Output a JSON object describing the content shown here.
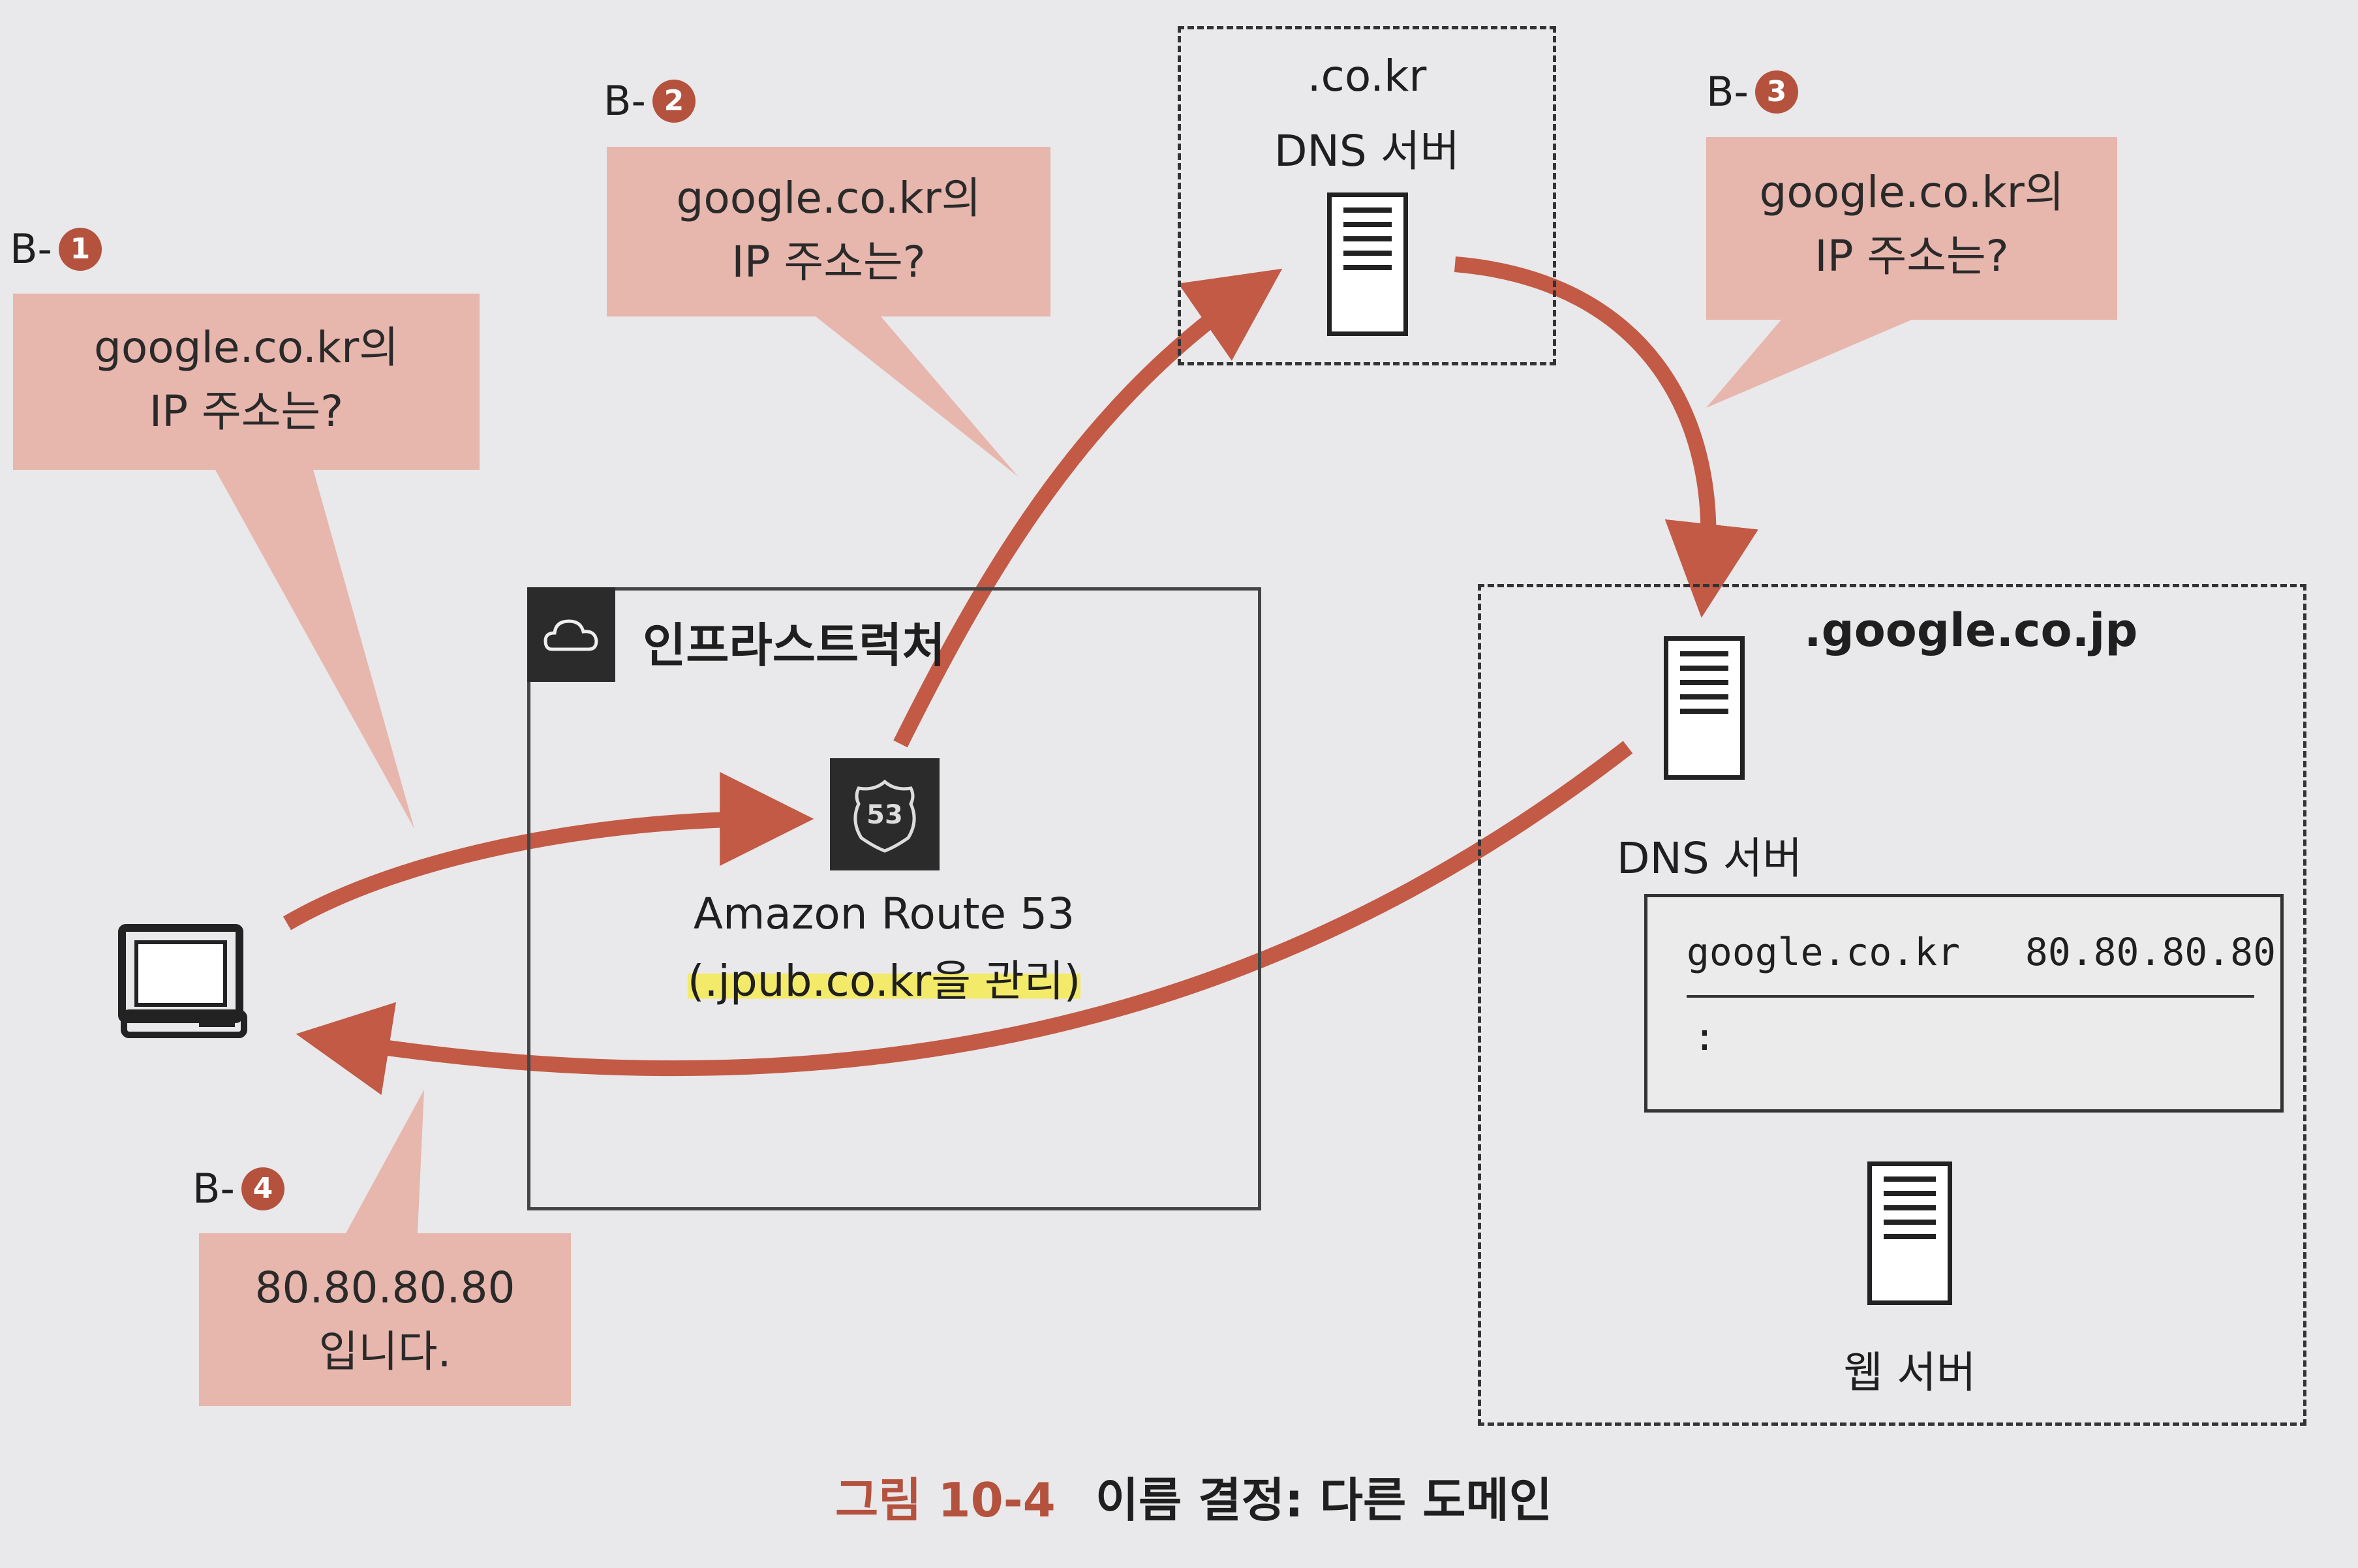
{
  "steps": {
    "b1": {
      "prefix": "B-",
      "num": "1",
      "line1": "google.co.kr의",
      "line2": "IP 주소는?"
    },
    "b2": {
      "prefix": "B-",
      "num": "2",
      "line1": "google.co.kr의",
      "line2": "IP 주소는?"
    },
    "b3": {
      "prefix": "B-",
      "num": "3",
      "line1": "google.co.kr의",
      "line2": "IP 주소는?"
    },
    "b4": {
      "prefix": "B-",
      "num": "4",
      "line1": "80.80.80.80",
      "line2": "입니다."
    }
  },
  "infrastructure": {
    "title": "인프라스트럭처",
    "route53_name": "Amazon Route 53",
    "route53_badge": "53",
    "route53_note": "(.jpub.co.kr을 관리)"
  },
  "cokr_server": {
    "domain": ".co.kr",
    "label": "DNS 서버"
  },
  "google_zone": {
    "domain": ".google.co.jp",
    "dns_label": "DNS 서버",
    "record_domain": "google.co.kr",
    "record_ip": "80.80.80.80",
    "record_more": ":",
    "web_label": "웹 서버"
  },
  "caption": {
    "number": "그림 10-4",
    "text": "이름 결정: 다른 도메인"
  },
  "colors": {
    "arrow": "#c25a45",
    "bubble": "#e7b6ad",
    "step_badge": "#b4523e",
    "highlight": "#f3ea6a",
    "route53_bg": "#2b2b2b"
  }
}
